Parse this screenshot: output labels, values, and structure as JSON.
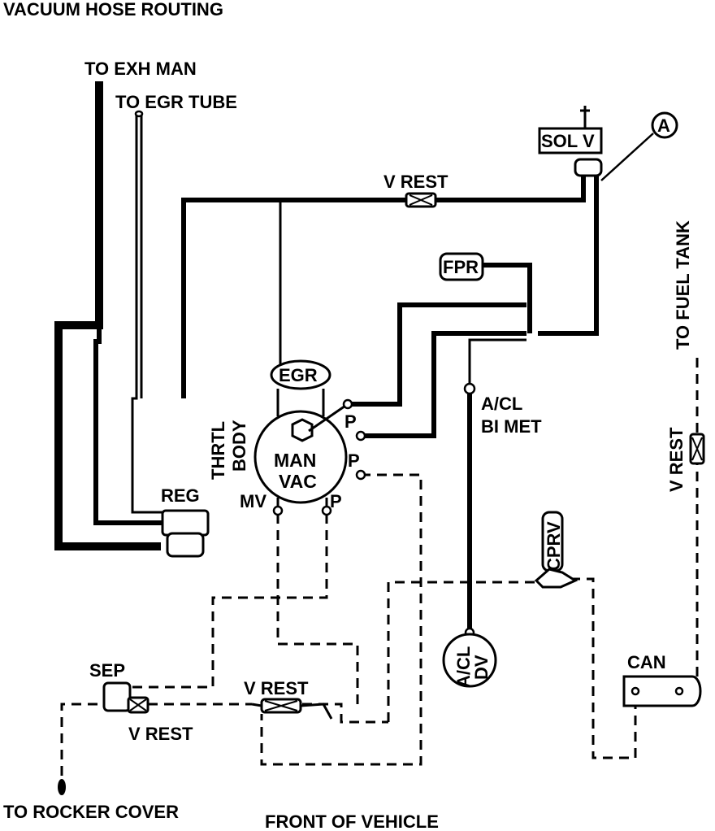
{
  "title": "VACUUM HOSE ROUTING",
  "labels": {
    "to_exh_man": "TO EXH MAN",
    "to_egr_tube": "TO EGR TUBE",
    "v_rest_top": "V REST",
    "sol_v": "SOL V",
    "callout_a": "A",
    "to_fuel_tank": "TO FUEL TANK",
    "fpr": "FPR",
    "egr": "EGR",
    "thrtl": "THRTL",
    "body": "BODY",
    "man": "MAN",
    "vac": "VAC",
    "port_p1": "P",
    "port_p2": "P",
    "port_p3": "P",
    "port_mv": "MV",
    "reg": "REG",
    "a_cl_bi_met_1": "A/CL",
    "a_cl_bi_met_2": "BI MET",
    "v_rest_right": "V REST",
    "cprv": "CPRV",
    "a_cl_dv_1": "A/CL",
    "a_cl_dv_2": "DV",
    "can": "CAN",
    "sep": "SEP",
    "v_rest_mid": "V REST",
    "v_rest_low": "V REST",
    "to_rocker_cover": "TO ROCKER COVER",
    "front_of_vehicle": "FRONT OF VEHICLE"
  }
}
